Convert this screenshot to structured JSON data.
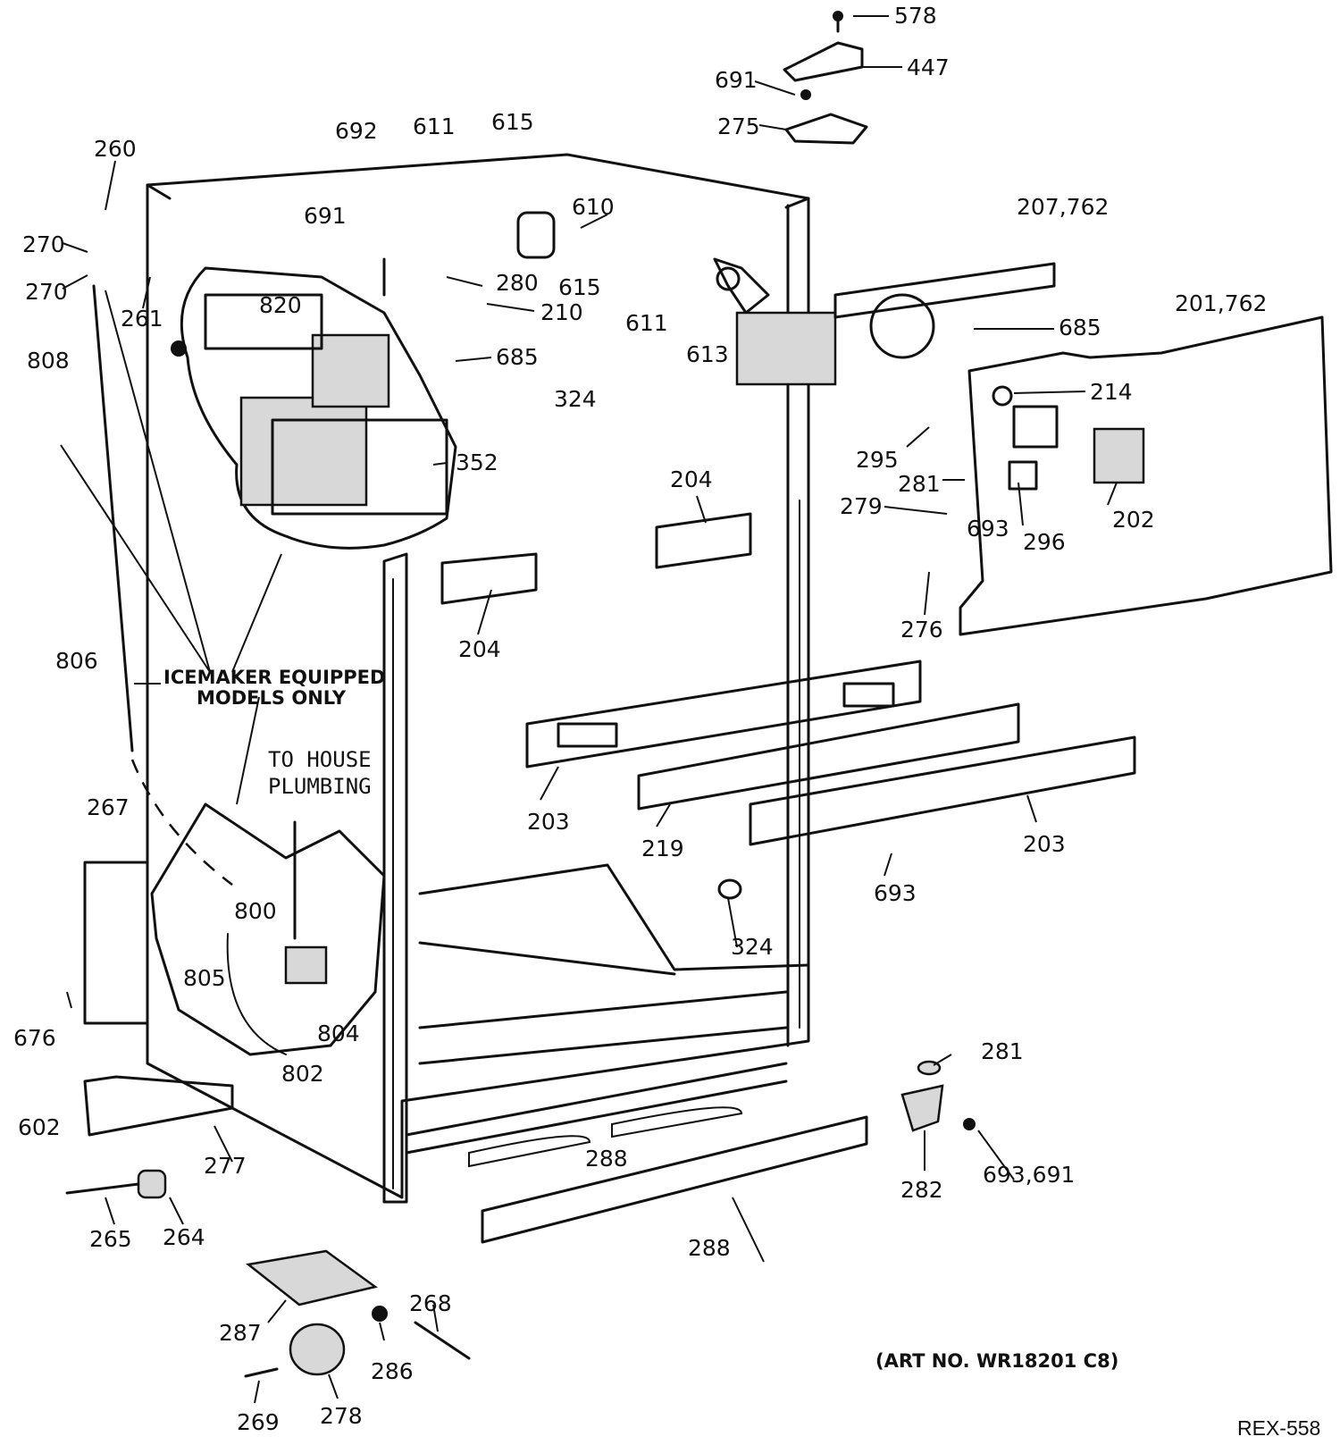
{
  "labels": [
    "578",
    "447",
    "691",
    "275",
    "692",
    "611",
    "615",
    "260",
    "691",
    "610",
    "207,762",
    "270",
    "615",
    "270",
    "261",
    "280",
    "820",
    "210",
    "611",
    "613",
    "685",
    "201,762",
    "808",
    "685",
    "324",
    "214",
    "352",
    "295",
    "281",
    "279",
    "693",
    "296",
    "202",
    "204",
    "204",
    "276",
    "806",
    "203",
    "219",
    "203",
    "267",
    "693",
    "800",
    "324",
    "805",
    "804",
    "676",
    "802",
    "281",
    "602",
    "288",
    "282",
    "693,691",
    "277",
    "265",
    "264",
    "288",
    "268",
    "287",
    "286",
    "269",
    "278"
  ],
  "notes": {
    "icemaker": [
      "ICEMAKER EQUIPPED",
      "MODELS ONLY"
    ],
    "plumbing": [
      "TO HOUSE",
      "PLUMBING"
    ],
    "art_no": "(ART NO. WR18201 C8)",
    "ref_code": "REX-558"
  }
}
